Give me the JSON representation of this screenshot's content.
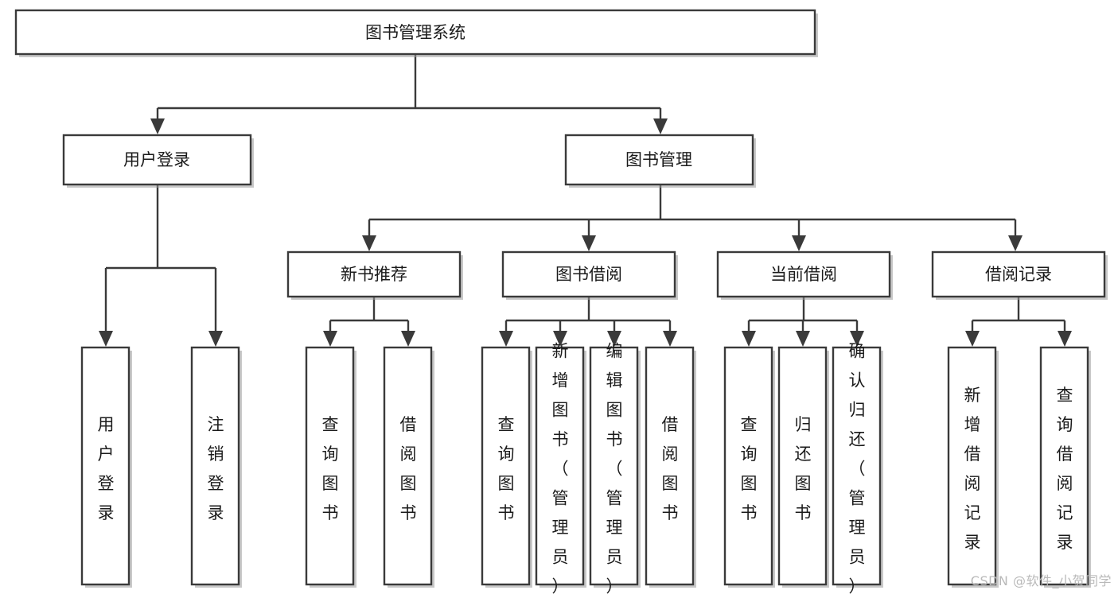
{
  "diagram": {
    "type": "tree-hierarchy",
    "title": "图书管理系统",
    "watermark": "CSDN @软件_小贺同学",
    "colors": {
      "box_fill": "#ffffff",
      "box_stroke": "#3a3a3a",
      "text": "#1b1b1b",
      "watermark": "#b9b9b9",
      "background": "#ffffff"
    },
    "levels": {
      "root": {
        "label": "图书管理系统"
      },
      "level2": [
        {
          "label": "用户登录"
        },
        {
          "label": "图书管理"
        }
      ],
      "level3": [
        {
          "label": "新书推荐"
        },
        {
          "label": "图书借阅"
        },
        {
          "label": "当前借阅"
        },
        {
          "label": "借阅记录"
        }
      ],
      "leaves": {
        "user_login": [
          {
            "label": "用户登录"
          },
          {
            "label": "注销登录"
          }
        ],
        "new_book_recommend": [
          {
            "label": "查询图书"
          },
          {
            "label": "借阅图书"
          }
        ],
        "book_borrow": [
          {
            "label": "查询图书"
          },
          {
            "label": "新增图书（管理员）"
          },
          {
            "label": "编辑图书（管理员）"
          },
          {
            "label": "借阅图书"
          }
        ],
        "current_borrow": [
          {
            "label": "查询图书"
          },
          {
            "label": "归还图书"
          },
          {
            "label": "确认归还（管理员）"
          }
        ],
        "borrow_record": [
          {
            "label": "新增借阅记录"
          },
          {
            "label": "查询借阅记录"
          }
        ]
      }
    }
  }
}
